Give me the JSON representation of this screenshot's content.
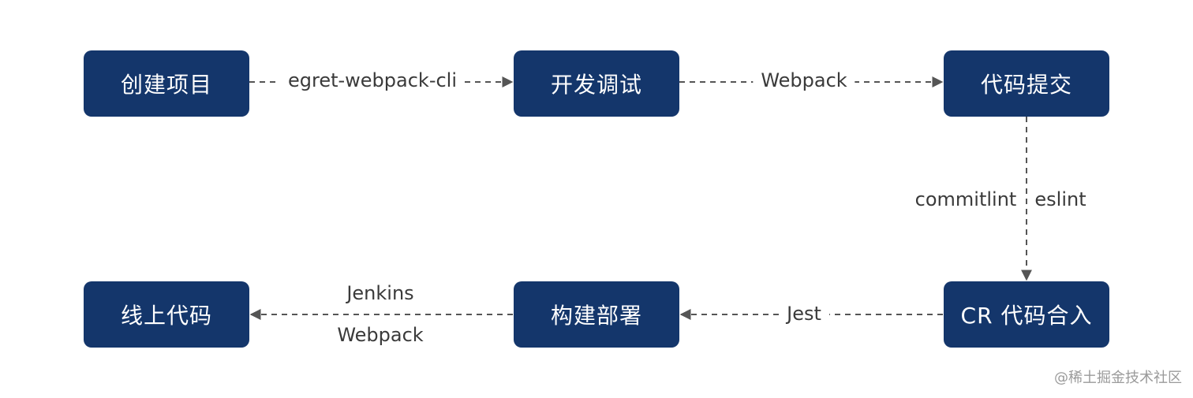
{
  "nodes": {
    "create_project": "创建项目",
    "dev_debug": "开发调试",
    "code_commit": "代码提交",
    "cr_merge": "CR 代码合入",
    "build_deploy": "构建部署",
    "online_code": "线上代码"
  },
  "edges": {
    "create_to_dev": "egret-webpack-cli",
    "dev_to_commit": "Webpack",
    "commit_to_cr_left": "commitlint",
    "commit_to_cr_right": "eslint",
    "cr_to_build": "Jest",
    "build_to_online_top": "Jenkins",
    "build_to_online_bottom": "Webpack"
  },
  "watermark": "@稀土掘金技术社区",
  "colors": {
    "node_fill": "#14366b",
    "node_text": "#ffffff",
    "edge": "#555555",
    "label_text": "#3a3a3a"
  }
}
